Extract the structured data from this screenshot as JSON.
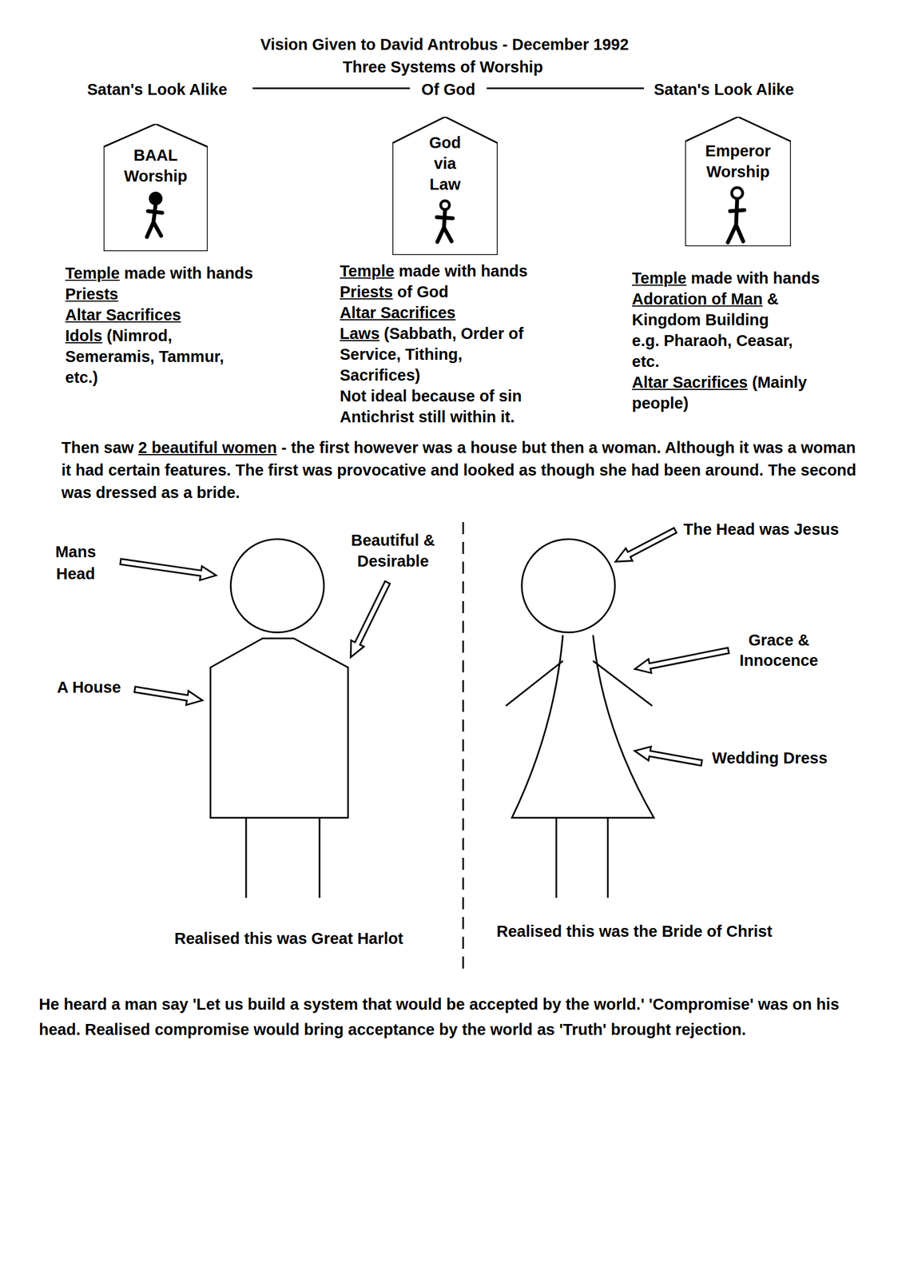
{
  "diagram": {
    "title": "Vision Given to David Antrobus - December 1992",
    "nodes": [
      {
        "text": [
          "BAAL Worship"
        ]
      },
      {
        "text": [
          "God via Law"
        ]
      },
      {
        "text": [
          "Emperor Worship"
        ]
      }
    ],
    "labels": [
      "Three Systems of Worship",
      "Satan's Look Alike",
      "Of God",
      "Satan's Look Alike",
      "Temple made with hands",
      "Priests",
      "Altar Sacrifices",
      "Idols (Nimrod, Semeramis, Tammur, etc.)",
      "Temple made with hands",
      "Priests of God",
      "Altar Sacrifices",
      "Laws (Sabbath, Order of Service, Tithing, Sacrifices)",
      "Not ideal because of sin",
      "Antichrist still within it.",
      "Temple made with hands",
      "Adoration of Man & Kingdom Building e.g. Pharaoh, Ceasar, etc.",
      "Altar Sacrifices (Mainly people)",
      "Then saw 2 beautiful women - the first however was a house but then a woman. Although it was a woman it had certain features. The first was provocative and looked as though she had been around. The second was dressed as a bride.",
      "Mans Head",
      "Beautiful & Desirable",
      "The Head was Jesus",
      "A House",
      "Grace & Innocence",
      "Wedding Dress",
      "Realised this was Great Harlot",
      "Realised this was the Bride of Christ",
      "He heard a man say 'Let us build a system that would be accepted by the world.' 'Compromise' was on his head. Realised compromise would bring acceptance by the world as 'Truth' brought rejection."
    ]
  }
}
